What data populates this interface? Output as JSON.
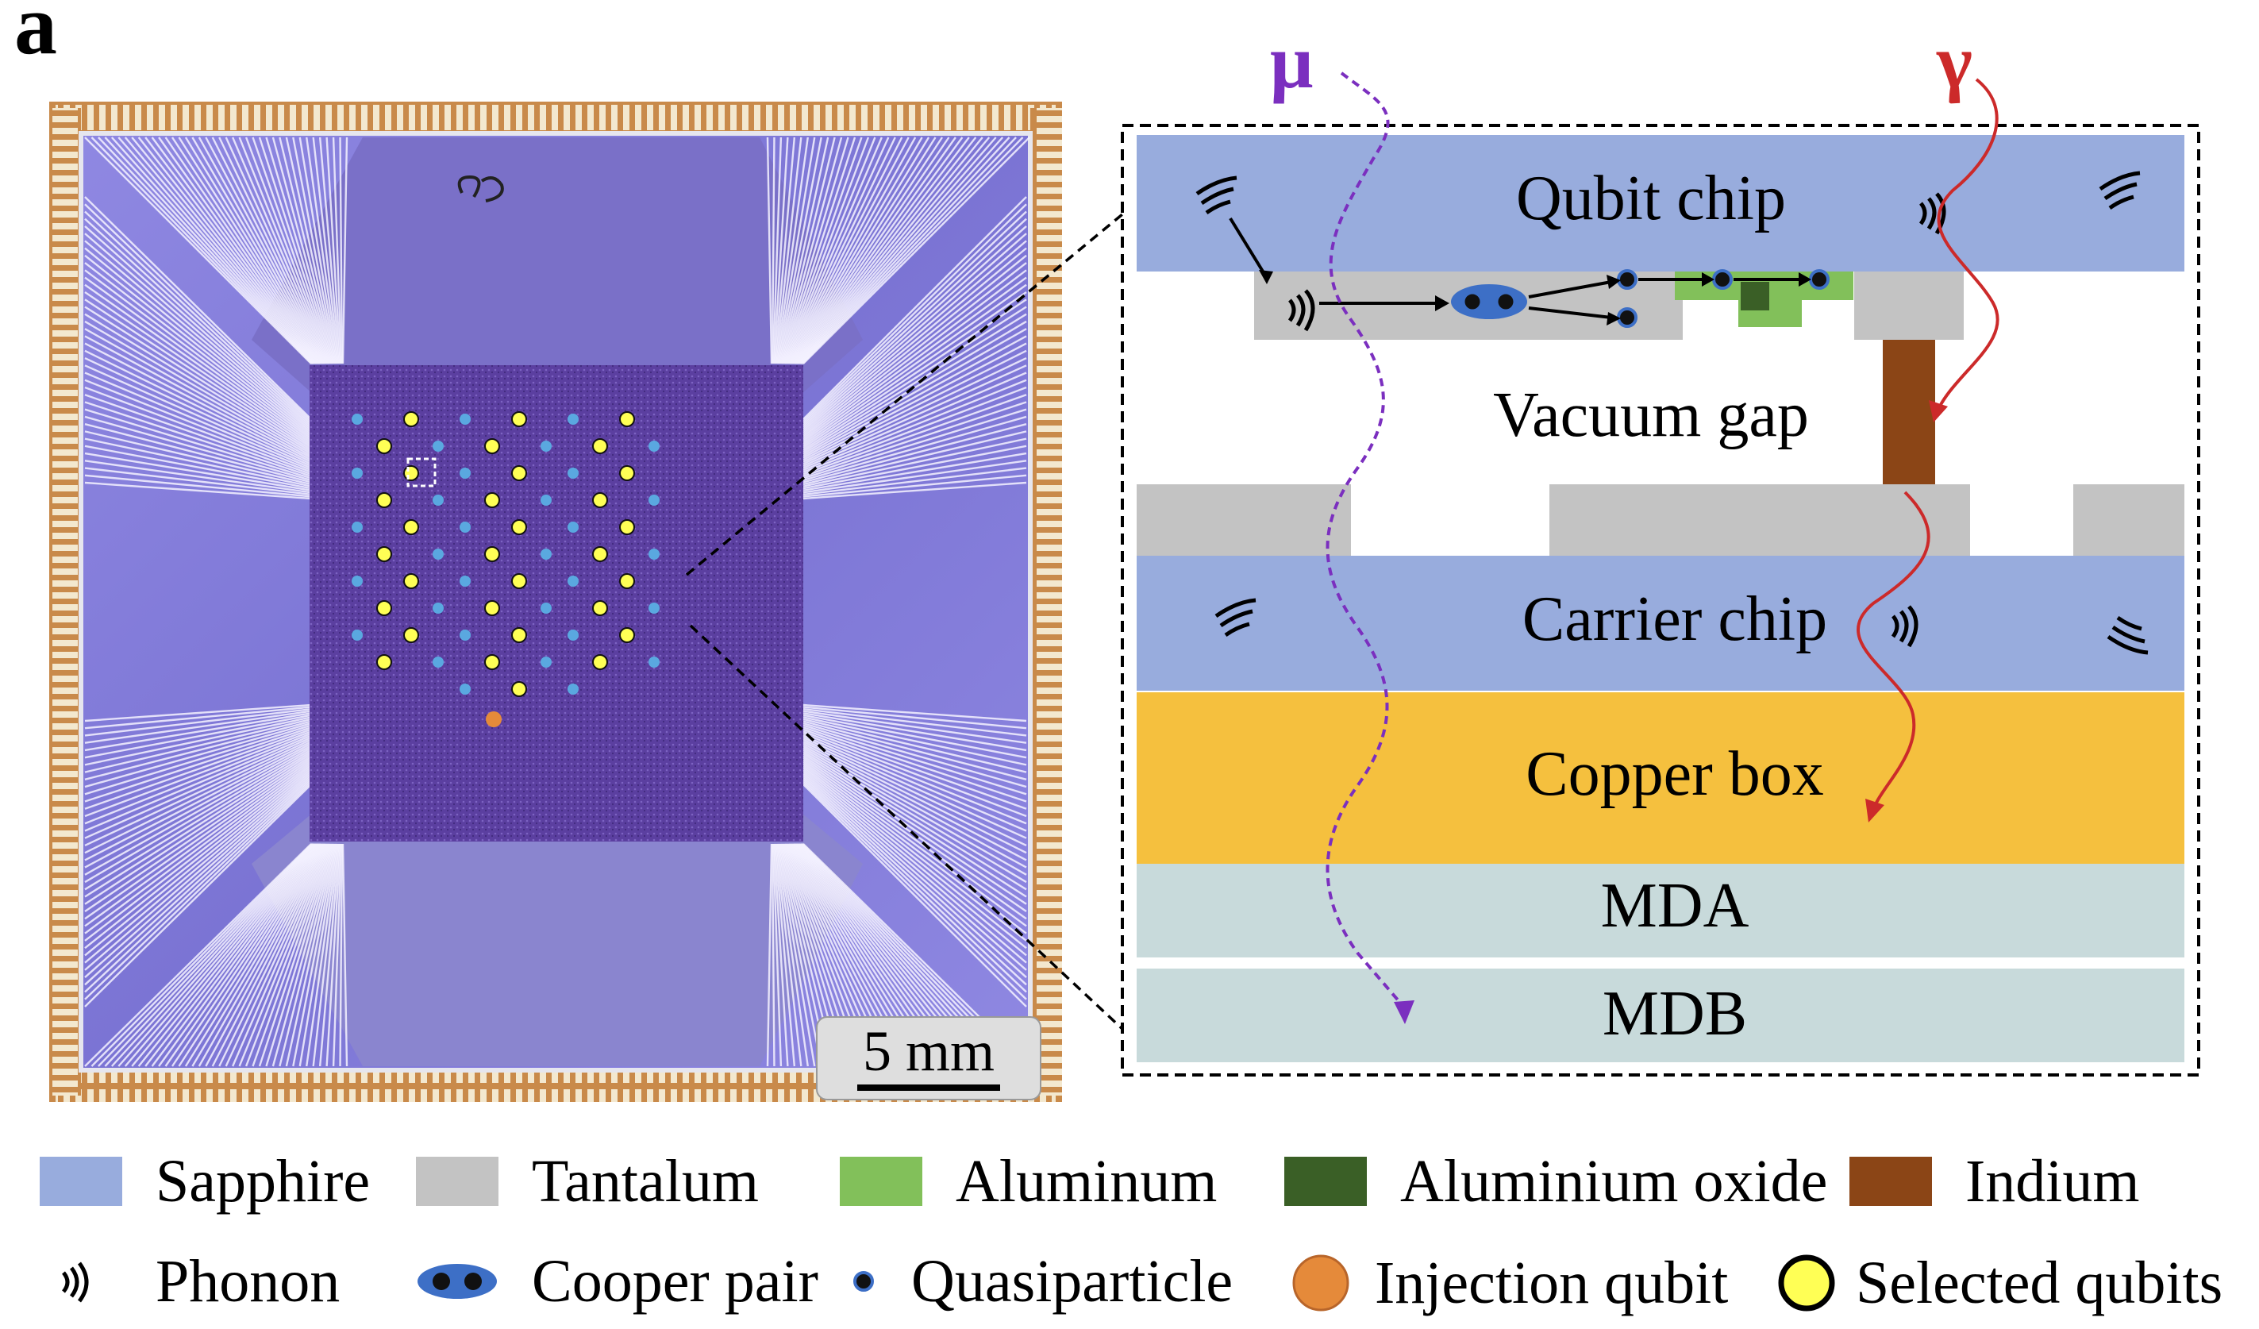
{
  "panel_label": "a",
  "scale_bar": "5 mm",
  "cross_section": {
    "muon_label": "μ",
    "gamma_label": "γ",
    "layers": {
      "qubit_chip": "Qubit chip",
      "vacuum_gap": "Vacuum gap",
      "carrier_chip": "Carrier chip",
      "copper_box": "Copper box",
      "mda": "MDA",
      "mdb": "MDB"
    }
  },
  "legend": {
    "sapphire": "Sapphire",
    "tantalum": "Tantalum",
    "aluminum": "Aluminum",
    "aluminium_oxide": "Aluminium oxide",
    "indium": "Indium",
    "phonon": "Phonon",
    "cooper_pair": "Cooper pair",
    "quasiparticle": "Quasiparticle",
    "injection_qubit": "Injection qubit",
    "selected_qubits": "Selected qubits"
  },
  "colors": {
    "sapphire": "#98acdd",
    "tantalum": "#c3c3c3",
    "aluminum": "#82c05a",
    "aluminium_oxide": "#3a5f26",
    "indium": "#8b4516",
    "copper": "#f5c03e",
    "mda_mdb": "#c8dadb",
    "muon": "#7b2fbf",
    "gamma": "#cc2a2a",
    "selected_qubit": "#ffff55",
    "injection_qubit": "#e58a3a",
    "other_qubit": "#5aa8e0"
  }
}
